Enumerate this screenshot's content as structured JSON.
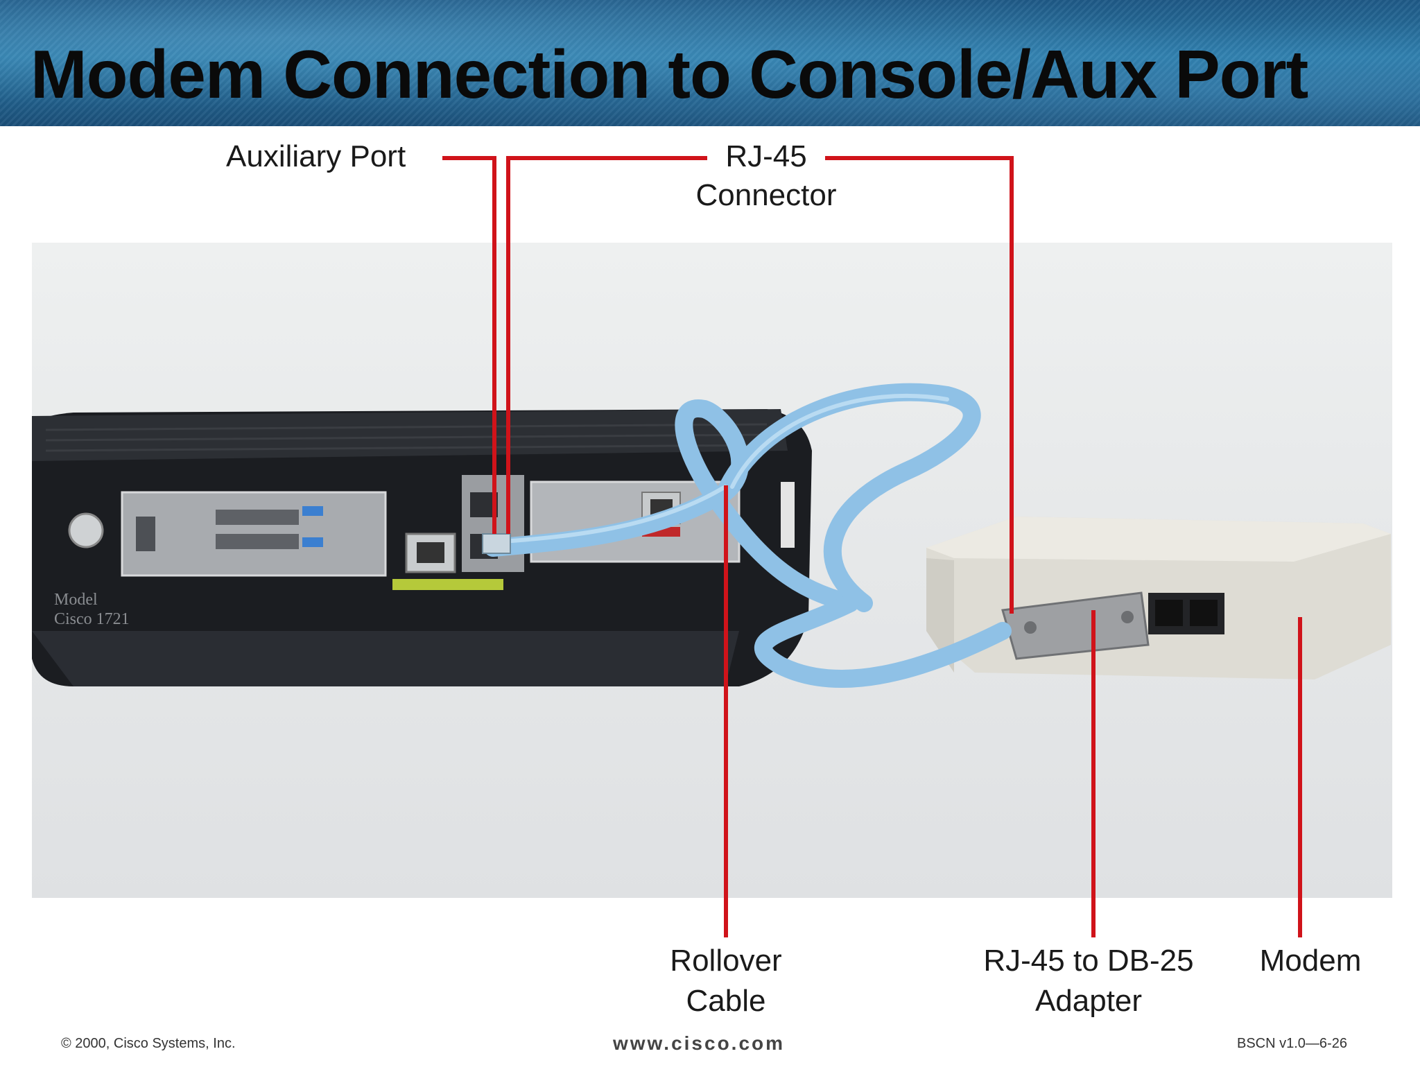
{
  "slide": {
    "title": "Modem Connection to Console/Aux Port"
  },
  "callouts": {
    "auxiliary_port": "Auxiliary Port",
    "rj45_connector_line1": "RJ-45",
    "rj45_connector_line2": "Connector",
    "rollover_cable_line1": "Rollover",
    "rollover_cable_line2": "Cable",
    "adapter_line1": "RJ-45 to DB-25",
    "adapter_line2": "Adapter",
    "modem": "Modem"
  },
  "device_text": {
    "router_model_line1": "Model",
    "router_model_line2": "Cisco 1721"
  },
  "footer": {
    "copyright": "© 2000, Cisco Systems, Inc.",
    "url": "www.cisco.com",
    "slide_ref": "BSCN v1.0—6-26"
  },
  "colors": {
    "callout_line": "#d0131a",
    "cable": "#8fc1e6",
    "banner": "#1f5a87"
  }
}
